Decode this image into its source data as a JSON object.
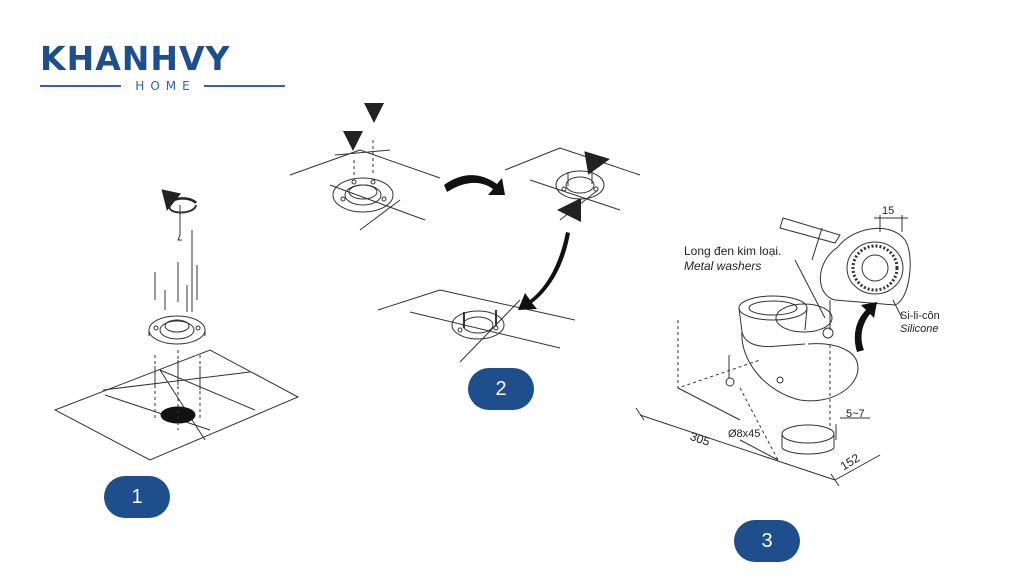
{
  "logo": {
    "brand": "KHANHVY",
    "sub": "HOME"
  },
  "colors": {
    "brand": "#1e4e8c",
    "line": "#333333"
  },
  "steps": [
    {
      "number": "1"
    },
    {
      "number": "2"
    },
    {
      "number": "3"
    }
  ],
  "callouts": {
    "washers_vi": "Long đen kim loại.",
    "washers_en": "Metal washers",
    "silicone_vi": "Si-li-côn",
    "silicone_en": "Silicone"
  },
  "dimensions": {
    "d15": "15",
    "d305": "305",
    "bolt": "Ø8x45",
    "d5_7": "5~7",
    "d152": "152"
  }
}
